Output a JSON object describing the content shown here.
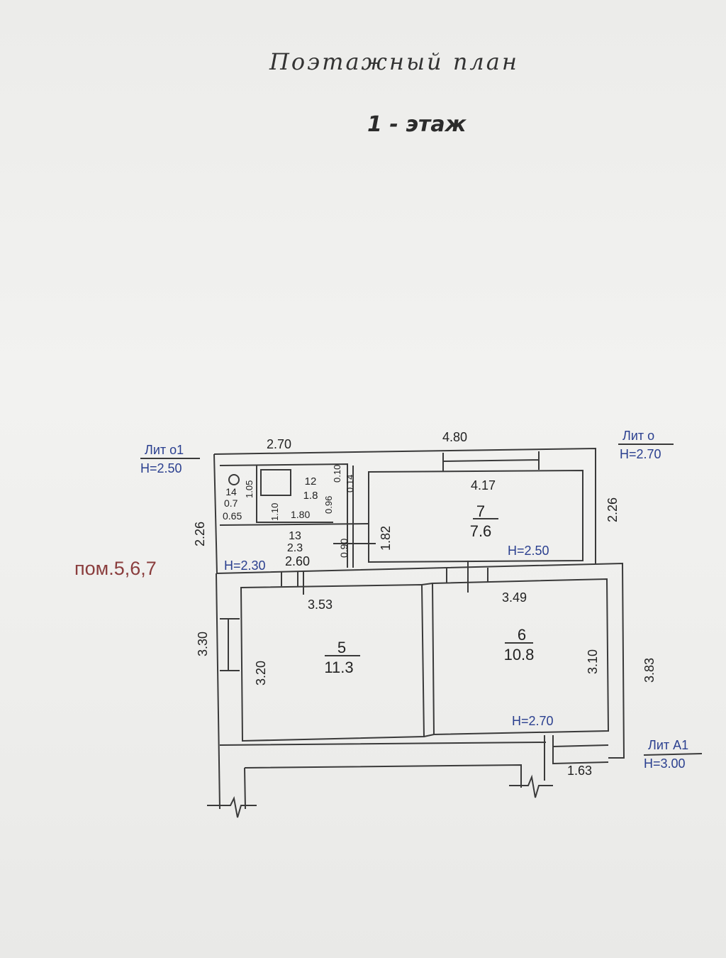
{
  "title": "Поэтажный план",
  "subtitle": "1 - этаж",
  "note": "пом.5,6,7",
  "labels": {
    "lit_o1": "Лит о1",
    "lit_o1_h": "H=2.50",
    "lit_o": "Лит о",
    "lit_o_h": "H=2.70",
    "lit_a1": "Лит А1",
    "lit_a1_h": "H=3.00"
  },
  "dims": {
    "d_270": "2.70",
    "d_480": "4.80",
    "d_417": "4.17",
    "d_226_right": "2.26",
    "d_226_left": "2.26",
    "d_105": "1.05",
    "d_07": "0.7",
    "d_065": "0.65",
    "d_110": "1.10",
    "d_180": "1.80",
    "d_096": "0.96",
    "d_010": "0.10",
    "d_014": "0.14",
    "d_090": "0.90",
    "d_182": "1.82",
    "d_260": "2.60",
    "d_353": "3.53",
    "d_349": "3.49",
    "d_330": "3.30",
    "d_320": "3.20",
    "d_310": "3.10",
    "d_383": "3.83",
    "d_163": "1.63"
  },
  "heights": {
    "h_230": "H=2.30",
    "h_250": "H=2.50",
    "h_270": "H=2.70"
  },
  "rooms": [
    {
      "num": "5",
      "area": "11.3"
    },
    {
      "num": "6",
      "area": "10.8"
    },
    {
      "num": "7",
      "area": "7.6"
    },
    {
      "num": "12",
      "area": "1.8"
    },
    {
      "num": "13",
      "area": "2.3"
    },
    {
      "num": "14",
      "area": "0.7"
    }
  ],
  "colors": {
    "line": "#3a3a3a",
    "blue_text": "#2a3f8f",
    "dark_text": "#222222",
    "note_red": "#8a3d3d"
  }
}
